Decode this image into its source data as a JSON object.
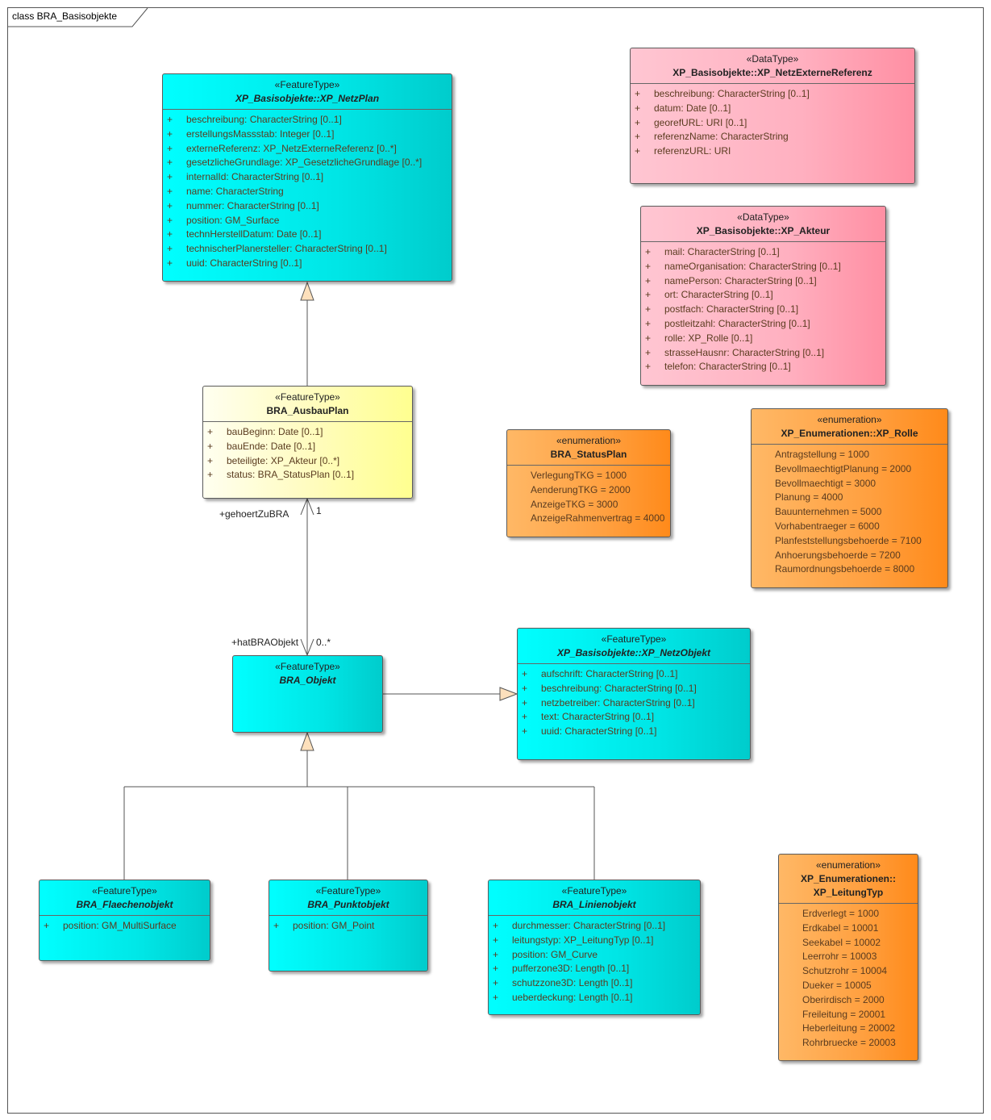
{
  "frame": {
    "title": "class BRA_Basisobjekte"
  },
  "classes": {
    "netzplan": {
      "stereotype": "«FeatureType»",
      "name": "XP_Basisobjekte::XP_NetzPlan",
      "attributes": [
        {
          "vis": "+",
          "text": "beschreibung: CharacterString [0..1]"
        },
        {
          "vis": "+",
          "text": "erstellungsMassstab: Integer [0..1]"
        },
        {
          "vis": "+",
          "text": "externeReferenz: XP_NetzExterneReferenz [0..*]"
        },
        {
          "vis": "+",
          "text": "gesetzlicheGrundlage: XP_GesetzlicheGrundlage [0..*]"
        },
        {
          "vis": "+",
          "text": "internalId: CharacterString [0..1]"
        },
        {
          "vis": "+",
          "text": "name: CharacterString"
        },
        {
          "vis": "+",
          "text": "nummer: CharacterString [0..1]"
        },
        {
          "vis": "+",
          "text": "position: GM_Surface"
        },
        {
          "vis": "+",
          "text": "technHerstellDatum: Date [0..1]"
        },
        {
          "vis": "+",
          "text": "technischerPlanersteller: CharacterString [0..1]"
        },
        {
          "vis": "+",
          "text": "uuid: CharacterString [0..1]"
        }
      ]
    },
    "externeref": {
      "stereotype": "«DataType»",
      "name": "XP_Basisobjekte::XP_NetzExterneReferenz",
      "attributes": [
        {
          "vis": "+",
          "text": "beschreibung: CharacterString [0..1]"
        },
        {
          "vis": "+",
          "text": "datum: Date [0..1]"
        },
        {
          "vis": "+",
          "text": "georefURL: URI [0..1]"
        },
        {
          "vis": "+",
          "text": "referenzName: CharacterString"
        },
        {
          "vis": "+",
          "text": "referenzURL: URI"
        }
      ]
    },
    "akteur": {
      "stereotype": "«DataType»",
      "name": "XP_Basisobjekte::XP_Akteur",
      "attributes": [
        {
          "vis": "+",
          "text": "mail: CharacterString [0..1]"
        },
        {
          "vis": "+",
          "text": "nameOrganisation: CharacterString [0..1]"
        },
        {
          "vis": "+",
          "text": "namePerson: CharacterString [0..1]"
        },
        {
          "vis": "+",
          "text": "ort: CharacterString [0..1]"
        },
        {
          "vis": "+",
          "text": "postfach: CharacterString [0..1]"
        },
        {
          "vis": "+",
          "text": "postleitzahl: CharacterString [0..1]"
        },
        {
          "vis": "+",
          "text": "rolle: XP_Rolle [0..1]"
        },
        {
          "vis": "+",
          "text": "strasseHausnr: CharacterString [0..1]"
        },
        {
          "vis": "+",
          "text": "telefon: CharacterString [0..1]"
        }
      ]
    },
    "ausbauplan": {
      "stereotype": "«FeatureType»",
      "name": "BRA_AusbauPlan",
      "attributes": [
        {
          "vis": "+",
          "text": "bauBeginn: Date [0..1]"
        },
        {
          "vis": "+",
          "text": "bauEnde: Date [0..1]"
        },
        {
          "vis": "+",
          "text": "beteiligte: XP_Akteur [0..*]"
        },
        {
          "vis": "+",
          "text": "status: BRA_StatusPlan [0..1]"
        }
      ]
    },
    "statusplan": {
      "stereotype": "«enumeration»",
      "name": "BRA_StatusPlan",
      "attributes": [
        {
          "vis": "",
          "text": "VerlegungTKG = 1000"
        },
        {
          "vis": "",
          "text": "AenderungTKG = 2000"
        },
        {
          "vis": "",
          "text": "AnzeigeTKG = 3000"
        },
        {
          "vis": "",
          "text": "AnzeigeRahmenvertrag = 4000"
        }
      ]
    },
    "rolle": {
      "stereotype": "«enumeration»",
      "name": "XP_Enumerationen::XP_Rolle",
      "attributes": [
        {
          "vis": "",
          "text": "Antragstellung = 1000"
        },
        {
          "vis": "",
          "text": "BevollmaechtigtPlanung = 2000"
        },
        {
          "vis": "",
          "text": "Bevollmaechtigt = 3000"
        },
        {
          "vis": "",
          "text": "Planung = 4000"
        },
        {
          "vis": "",
          "text": "Bauunternehmen = 5000"
        },
        {
          "vis": "",
          "text": "Vorhabentraeger = 6000"
        },
        {
          "vis": "",
          "text": "Planfeststellungsbehoerde = 7100"
        },
        {
          "vis": "",
          "text": "Anhoerungsbehoerde = 7200"
        },
        {
          "vis": "",
          "text": "Raumordnungsbehoerde = 8000"
        }
      ]
    },
    "braobjekt": {
      "stereotype": "«FeatureType»",
      "name": "BRA_Objekt",
      "attributes": []
    },
    "netzobjekt": {
      "stereotype": "«FeatureType»",
      "name": "XP_Basisobjekte::XP_NetzObjekt",
      "attributes": [
        {
          "vis": "+",
          "text": "aufschrift: CharacterString [0..1]"
        },
        {
          "vis": "+",
          "text": "beschreibung: CharacterString [0..1]"
        },
        {
          "vis": "+",
          "text": "netzbetreiber: CharacterString [0..1]"
        },
        {
          "vis": "+",
          "text": "text: CharacterString [0..1]"
        },
        {
          "vis": "+",
          "text": "uuid: CharacterString [0..1]"
        }
      ]
    },
    "flaechen": {
      "stereotype": "«FeatureType»",
      "name": "BRA_Flaechenobjekt",
      "attributes": [
        {
          "vis": "+",
          "text": "position: GM_MultiSurface"
        }
      ]
    },
    "punkt": {
      "stereotype": "«FeatureType»",
      "name": "BRA_Punktobjekt",
      "attributes": [
        {
          "vis": "+",
          "text": "position: GM_Point"
        }
      ]
    },
    "linien": {
      "stereotype": "«FeatureType»",
      "name": "BRA_Linienobjekt",
      "attributes": [
        {
          "vis": "+",
          "text": "durchmesser: CharacterString [0..1]"
        },
        {
          "vis": "+",
          "text": "leitungstyp: XP_LeitungTyp [0..1]"
        },
        {
          "vis": "+",
          "text": "position: GM_Curve"
        },
        {
          "vis": "+",
          "text": "pufferzone3D: Length [0..1]"
        },
        {
          "vis": "+",
          "text": "schutzzone3D: Length [0..1]"
        },
        {
          "vis": "+",
          "text": "ueberdeckung: Length [0..1]"
        }
      ]
    },
    "leitungtyp": {
      "stereotype": "«enumeration»",
      "name": "XP_Enumerationen::\nXP_LeitungTyp",
      "attributes": [
        {
          "vis": "",
          "text": "Erdverlegt = 1000"
        },
        {
          "vis": "",
          "text": "Erdkabel = 10001"
        },
        {
          "vis": "",
          "text": "Seekabel = 10002"
        },
        {
          "vis": "",
          "text": "Leerrohr = 10003"
        },
        {
          "vis": "",
          "text": "Schutzrohr = 10004"
        },
        {
          "vis": "",
          "text": "Dueker = 10005"
        },
        {
          "vis": "",
          "text": "Oberirdisch = 2000"
        },
        {
          "vis": "",
          "text": "Freileitung = 20001"
        },
        {
          "vis": "",
          "text": "Heberleitung = 20002"
        },
        {
          "vis": "",
          "text": "Rohrbruecke = 20003"
        }
      ]
    }
  },
  "association": {
    "source_role": "+gehoertZuBRA",
    "source_mult": "1",
    "target_role": "+hatBRAObjekt",
    "target_mult": "0..*"
  }
}
